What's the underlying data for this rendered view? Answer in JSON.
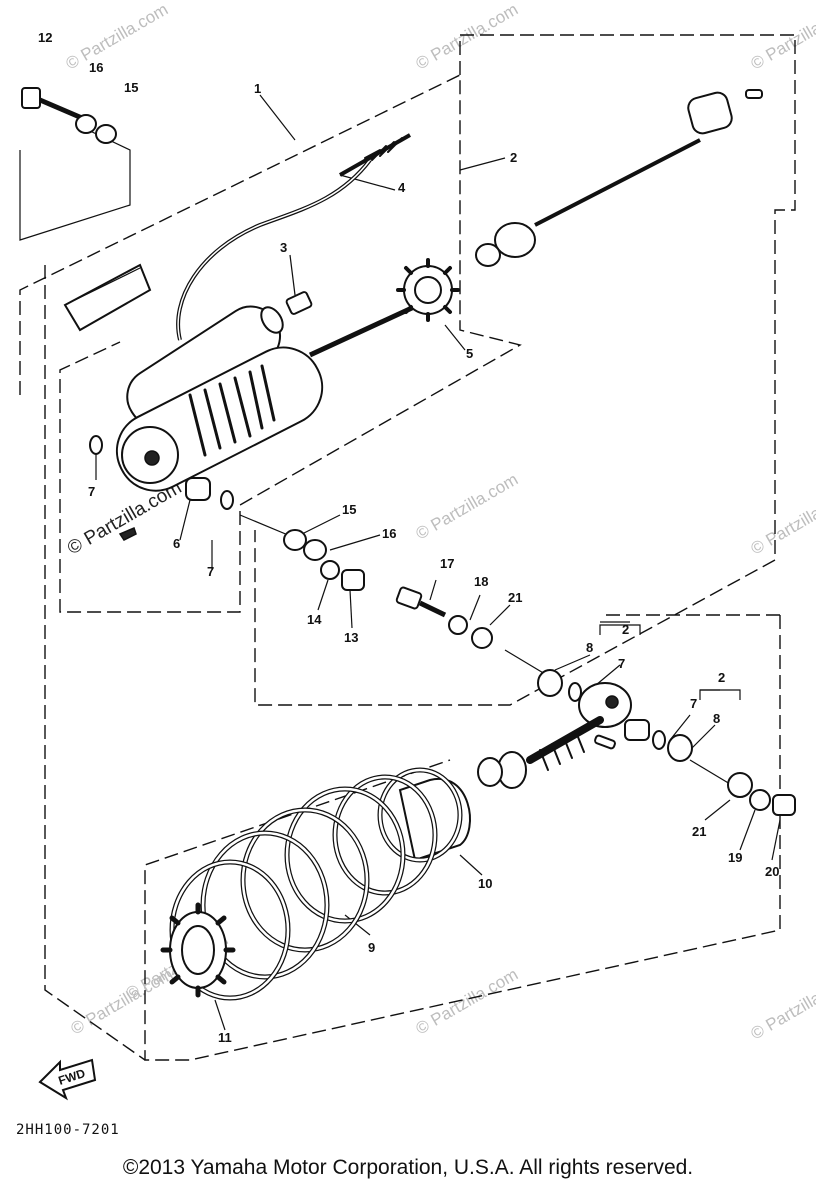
{
  "callouts": {
    "c1": "1",
    "c2a": "2",
    "c2b": "2",
    "c2c": "2",
    "c3": "3",
    "c4": "4",
    "c5": "5",
    "c6": "6",
    "c7a": "7",
    "c7b": "7",
    "c7c": "7",
    "c7d": "7",
    "c8a": "8",
    "c8b": "8",
    "c9": "9",
    "c10": "10",
    "c11": "11",
    "c12": "12",
    "c13": "13",
    "c14": "14",
    "c15a": "15",
    "c15b": "15",
    "c16a": "16",
    "c16b": "16",
    "c17": "17",
    "c18": "18",
    "c19": "19",
    "c20": "20",
    "c21a": "21",
    "c21b": "21"
  },
  "watermark": "© Partzilla.com",
  "fwd_label": "FWD",
  "diagram_code": "2HH100-7201",
  "copyright": "©2013 Yamaha Motor Corporation, U.S.A. All rights reserved."
}
